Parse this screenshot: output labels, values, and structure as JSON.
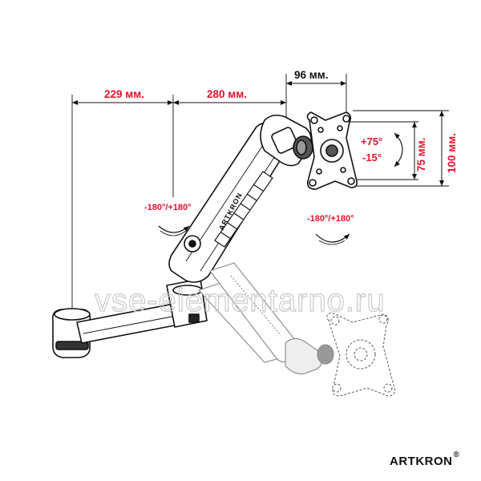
{
  "dimensions": {
    "arm_reach_1": "229 мм.",
    "arm_reach_2": "280 мм.",
    "vesa_width": "96 мм.",
    "vesa_75": "75 мм.",
    "vesa_100": "100 мм.",
    "rotation_arm": "-180°/+180°",
    "rotation_head": "-180°/+180°",
    "tilt_up": "+75°",
    "tilt_down": "-15°"
  },
  "arm_label": "ARTKRON",
  "watermark": "vse-elementarno.ru",
  "brand": {
    "name": "ARTKRON",
    "mark": "®"
  },
  "colors": {
    "dimension_text": "#e8112d",
    "line_art": "#111111",
    "watermark": "#c9c9c9"
  }
}
